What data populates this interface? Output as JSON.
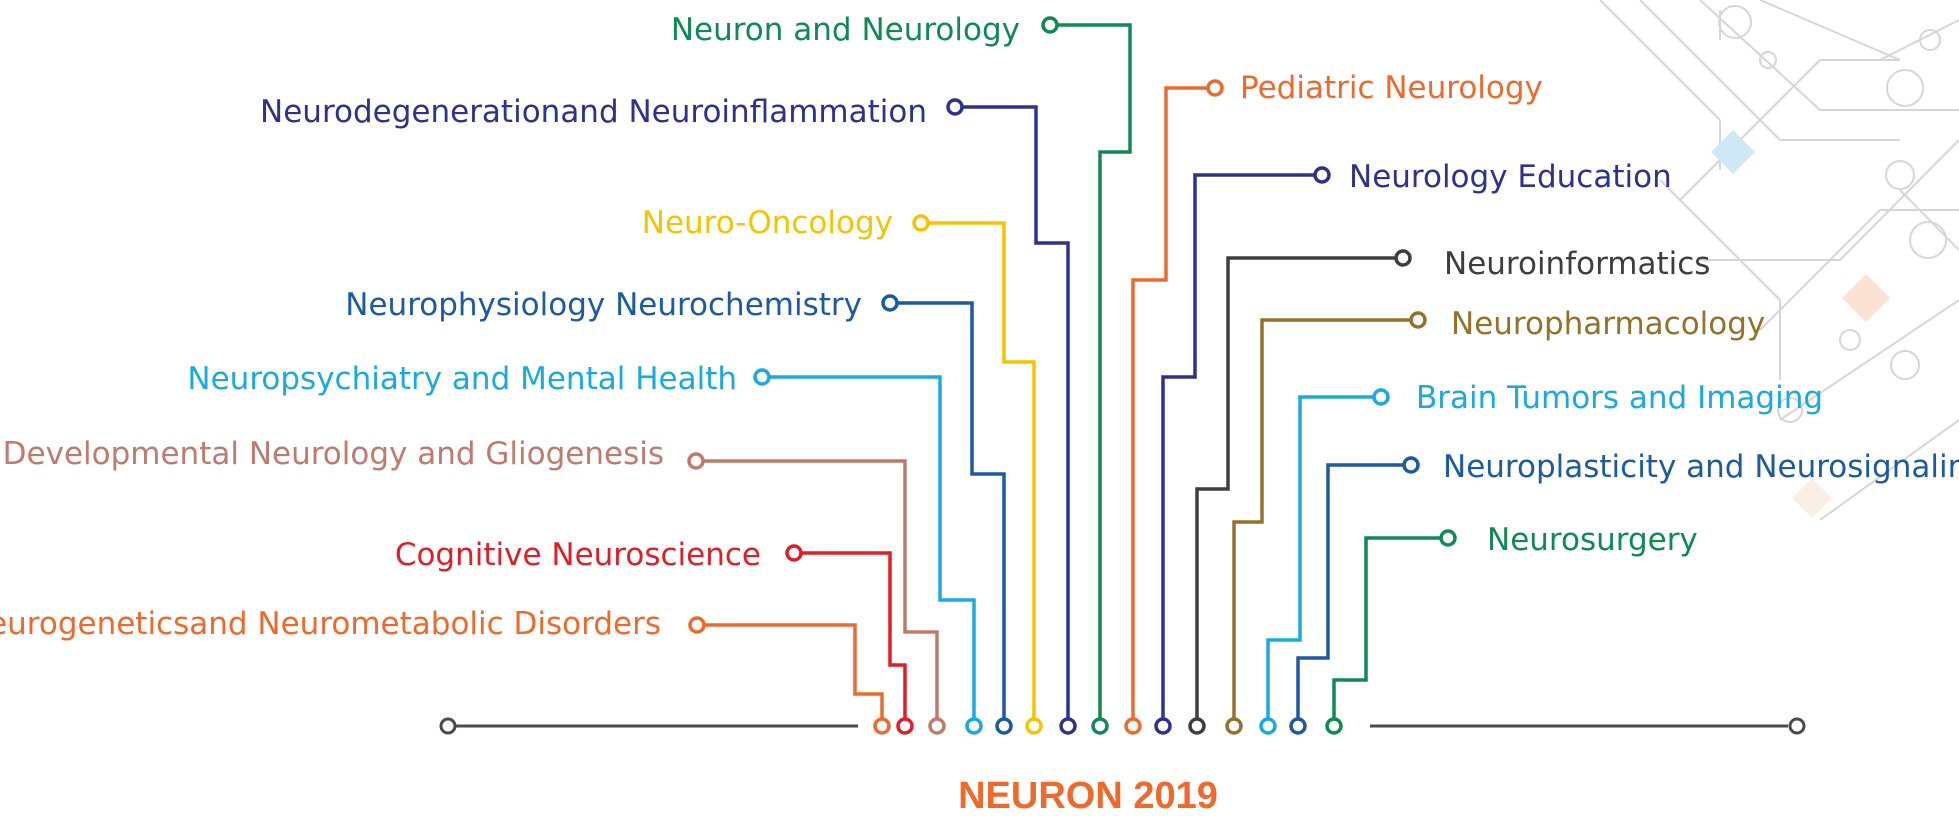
{
  "title": "NEURON 2019",
  "colors": {
    "title": "#ee6a2c",
    "axis": "#4a4a4a",
    "background_pattern": "#d6d6d6",
    "accent_blue": "#cfe8f5",
    "accent_peach": "#fbe2d2"
  },
  "left_topics": [
    {
      "label": "Neuron and Neurology",
      "color": "#108a55"
    },
    {
      "label": "Neurodegenerationand Neuroinflammation",
      "color": "#2e3192"
    },
    {
      "label": "Neuro-Oncology",
      "color": "#f5c400"
    },
    {
      "label": "Neurophysiology Neurochemistry",
      "color": "#1c5aa6"
    },
    {
      "label": "Neuropsychiatry and Mental Health",
      "color": "#1aa9e1"
    },
    {
      "label": "Developmental Neurology and Gliogenesis",
      "color": "#c07a6e"
    },
    {
      "label": "Cognitive Neuroscience",
      "color": "#e11d2a"
    },
    {
      "label": "Neurogeneticsand Neurometabolic Disorders",
      "color": "#ee6a2c"
    }
  ],
  "right_topics": [
    {
      "label": "Pediatric Neurology",
      "color": "#ee6a2c"
    },
    {
      "label": "Neurology Education",
      "color": "#2e3192"
    },
    {
      "label": "Neuroinformatics",
      "color": "#3e3e3e"
    },
    {
      "label": "Neuropharmacology",
      "color": "#95722a"
    },
    {
      "label": "Brain Tumors and Imaging",
      "color": "#1aa9e1"
    },
    {
      "label": "Neuroplasticity and Neurosignaling",
      "color": "#1c5aa6"
    },
    {
      "label": "Neurosurgery",
      "color": "#108a55"
    }
  ]
}
